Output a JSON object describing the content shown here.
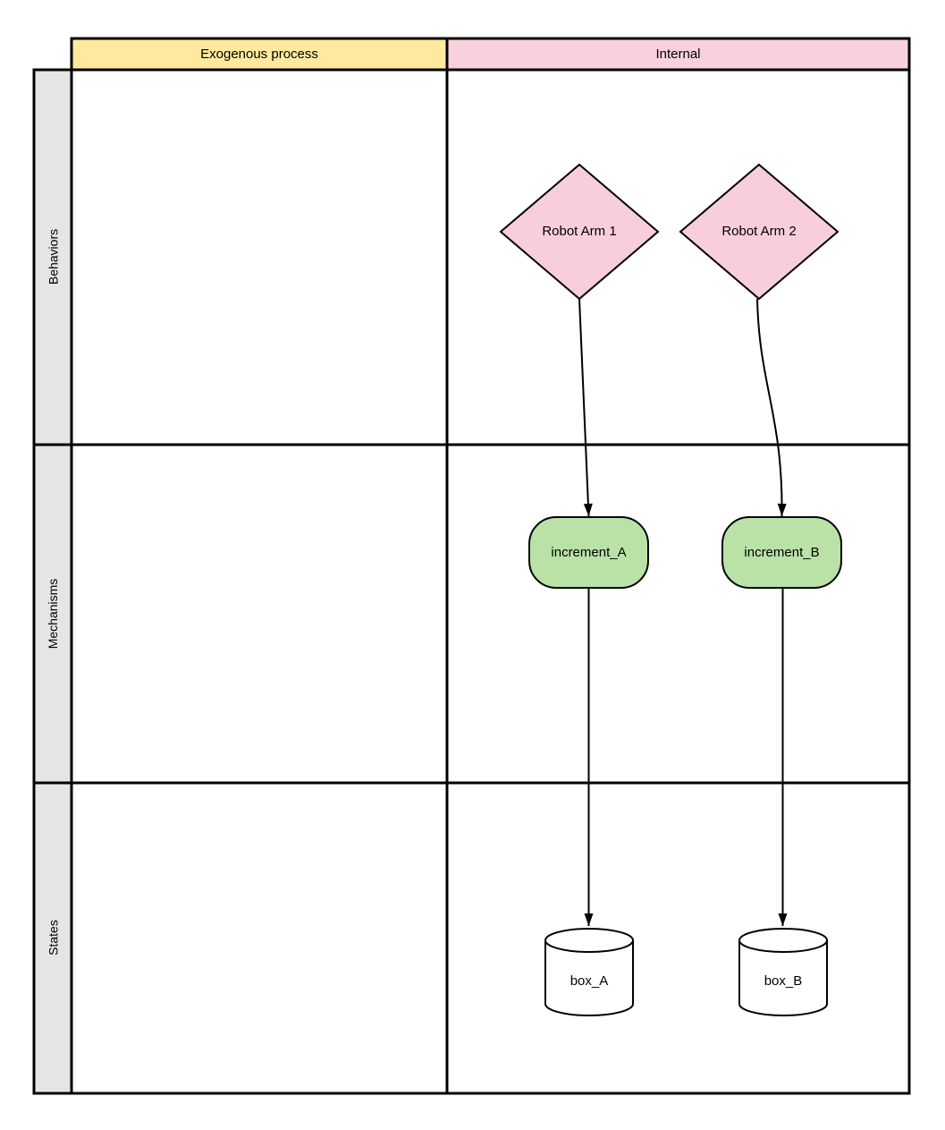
{
  "headers": {
    "exogenous": "Exogenous process",
    "internal": "Internal"
  },
  "row_labels": {
    "behaviors": "Behaviors",
    "mechanisms": "Mechanisms",
    "states": "States"
  },
  "nodes": {
    "robot_arm_1": {
      "label": "Robot Arm 1",
      "shape": "diamond"
    },
    "robot_arm_2": {
      "label": "Robot Arm 2",
      "shape": "diamond"
    },
    "increment_a": {
      "label": "increment_A",
      "shape": "rounded-rect"
    },
    "increment_b": {
      "label": "increment_B",
      "shape": "rounded-rect"
    },
    "box_a": {
      "label": "box_A",
      "shape": "cylinder"
    },
    "box_b": {
      "label": "box_B",
      "shape": "cylinder"
    }
  },
  "edges": [
    {
      "from": "Robot Arm 1",
      "to": "increment_A"
    },
    {
      "from": "Robot Arm 2",
      "to": "increment_B"
    },
    {
      "from": "increment_A",
      "to": "box_A"
    },
    {
      "from": "increment_B",
      "to": "box_B"
    }
  ],
  "colors": {
    "header_yellow": "#FFE99E",
    "header_pink": "#F9D1DC",
    "diamond_pink": "#F8CEDA",
    "mechanism_green": "#BAE2A7",
    "label_gray": "#E5E5E5",
    "cell_white": "#FFFFFF",
    "line_black": "#000000"
  }
}
